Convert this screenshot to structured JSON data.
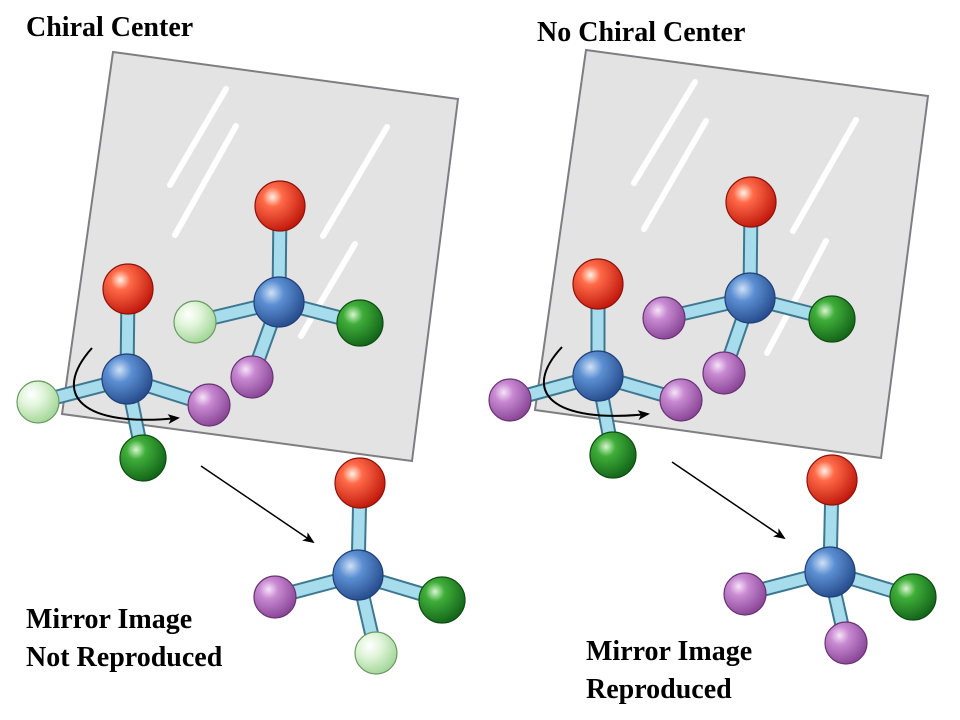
{
  "panels": {
    "left": {
      "title": "Chiral Center",
      "caption": [
        "Mirror Image",
        "Not Reproduced"
      ]
    },
    "right": {
      "title": "No Chiral Center",
      "caption": [
        "Mirror Image",
        "Reproduced"
      ]
    }
  },
  "colors": {
    "mirror_fill": "#e3e3e4",
    "mirror_stroke": "#7e7e82",
    "bond": "#a6dceb",
    "bond_edge": "#3e7890",
    "carbon": "#4a7ec4",
    "red": "#ec2e1e",
    "green": "#2e9a2a",
    "light_green": "#cdeec4",
    "purple": "#b672c2",
    "arrow": "#000000"
  }
}
